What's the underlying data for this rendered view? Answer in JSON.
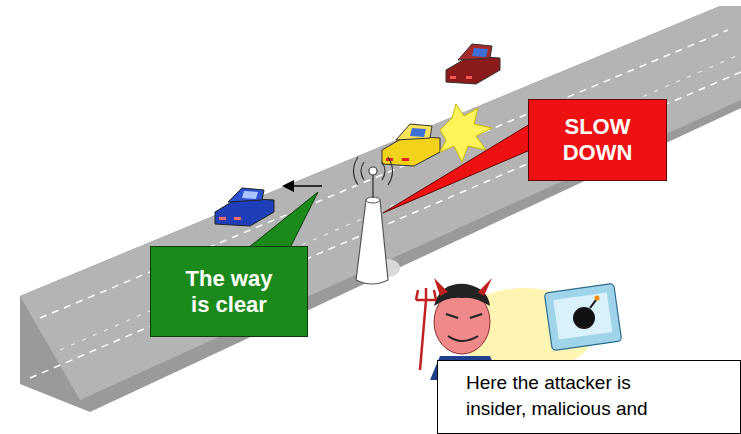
{
  "diagram": {
    "nodes": [
      {
        "text": [
          "SLOW DOWN"
        ]
      },
      {
        "text": [
          "The way is clear"
        ]
      },
      {
        "text": [
          "Here the attacker is insider, malicious and"
        ]
      }
    ]
  }
}
